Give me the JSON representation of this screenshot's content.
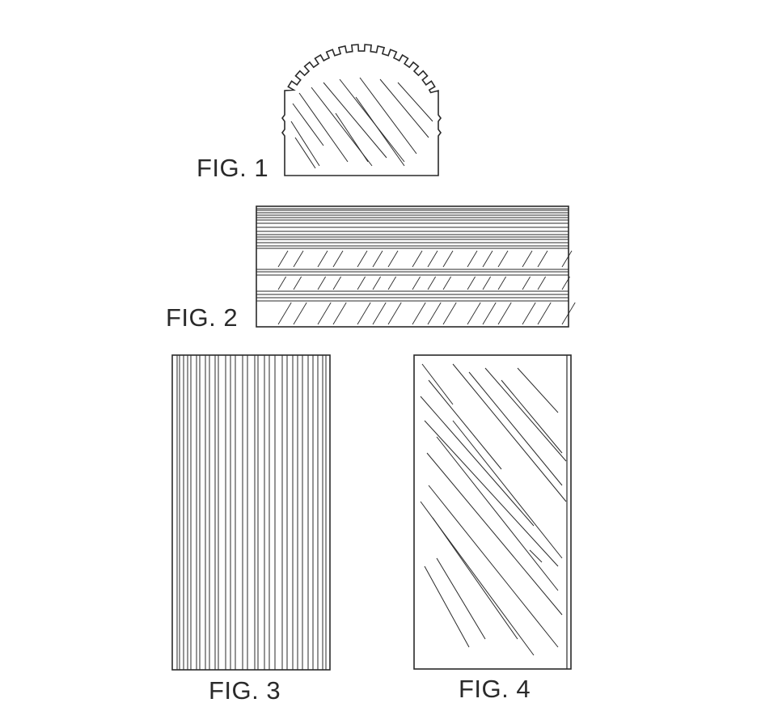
{
  "figures": [
    {
      "id": "fig1",
      "label": "FIG. 1"
    },
    {
      "id": "fig2",
      "label": "FIG. 2"
    },
    {
      "id": "fig3",
      "label": "FIG. 3"
    },
    {
      "id": "fig4",
      "label": "FIG. 4"
    }
  ],
  "colors": {
    "ink": "#2a2a2a",
    "background": "#ffffff"
  }
}
